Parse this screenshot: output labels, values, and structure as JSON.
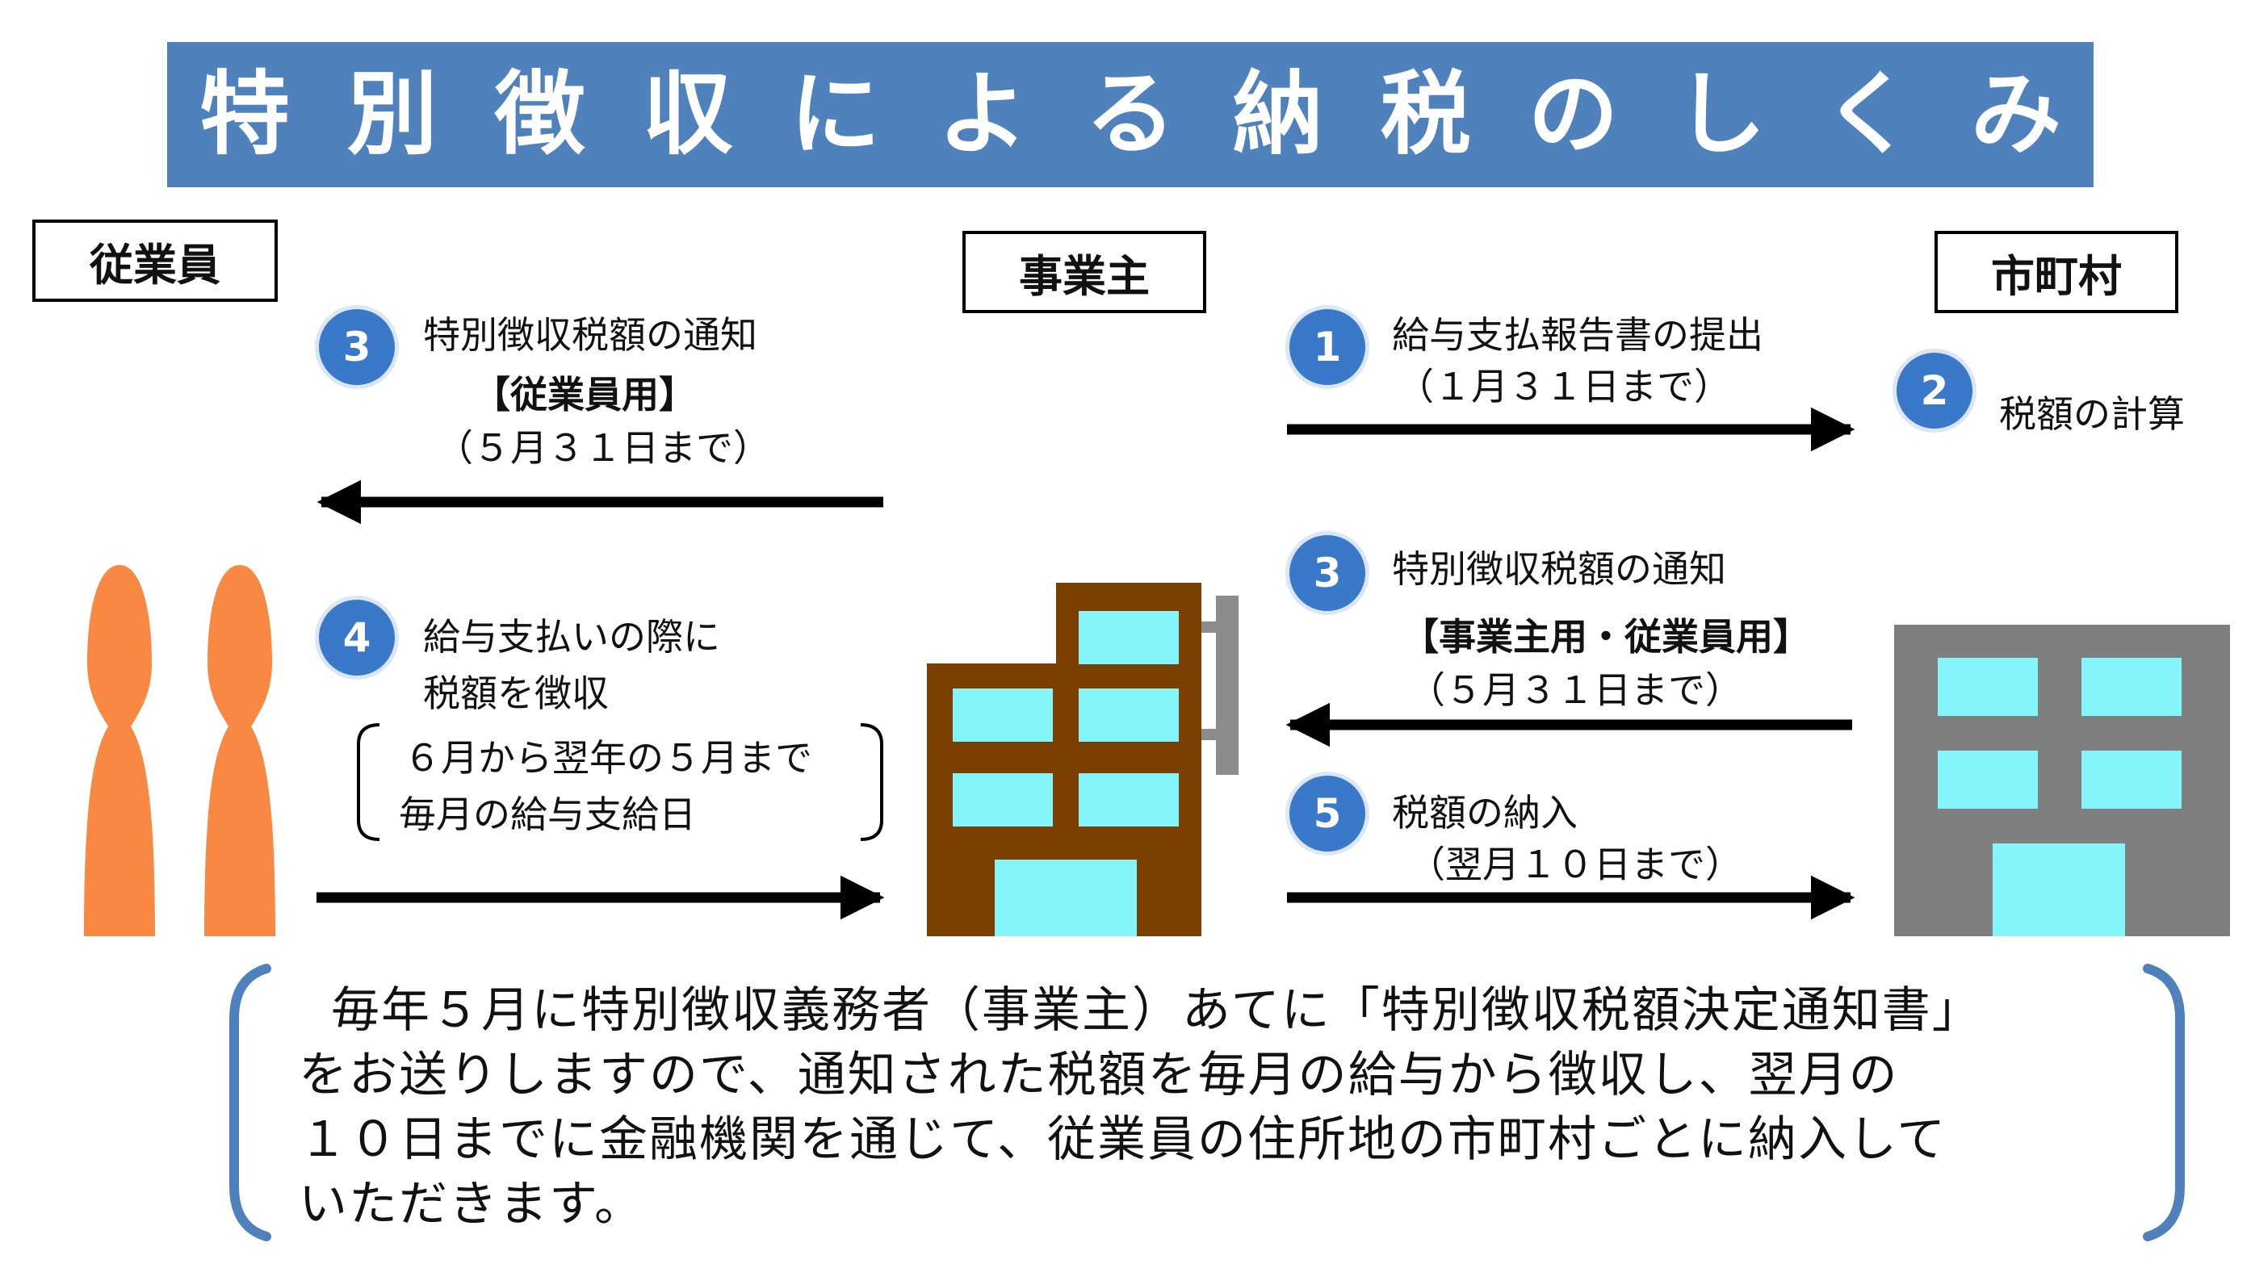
{
  "banner": {
    "chars": [
      "特",
      "別",
      "徴",
      "収",
      "に",
      "よ",
      "る",
      "納",
      "税",
      "の",
      "し",
      "く",
      "み"
    ]
  },
  "roles": {
    "employee": "従業員",
    "employer": "事業主",
    "municipality": "市町村"
  },
  "steps": {
    "s3_employee": {
      "number": "3",
      "title": "特別徴収税額の通知",
      "target": "【従業員用】",
      "deadline": "（５月３１日まで）"
    },
    "s4": {
      "number": "4",
      "line1": "給与支払いの際に",
      "line2": "税額を徴収",
      "detail1": "６月から翌年の５月まで",
      "detail2": "毎月の給与支給日"
    },
    "s1": {
      "number": "1",
      "title": "給与支払報告書の提出",
      "deadline": "（１月３１日まで）"
    },
    "s2": {
      "number": "2",
      "title": "税額の計算"
    },
    "s3_employer": {
      "number": "3",
      "title": "特別徴収税額の通知",
      "target": "【事業主用・従業員用】",
      "deadline": "（５月３１日まで）"
    },
    "s5": {
      "number": "5",
      "title": "税額の納入",
      "deadline": "（翌月１０日まで）"
    }
  },
  "note": {
    "line1": "毎年５月に特別徴収義務者（事業主）あてに「特別徴収税額決定通知書」",
    "line2": "をお送りしますので、通知された税額を毎月の給与から徴収し、翌月の",
    "line3": "１０日までに金融機関を通じて、従業員の住所地の市町村ごとに納入して",
    "line4": "いただきます。"
  },
  "colors": {
    "banner": "#4f81bd",
    "badge": "#3a78c9",
    "person": "#f98842",
    "company_building": "#7b3f00",
    "window": "#84f5fb",
    "city_building": "#7f7f7f",
    "bracket": "#4f81bd"
  },
  "icons": [
    "person-icon",
    "company-building-icon",
    "city-hall-building-icon",
    "arrow-icon"
  ]
}
